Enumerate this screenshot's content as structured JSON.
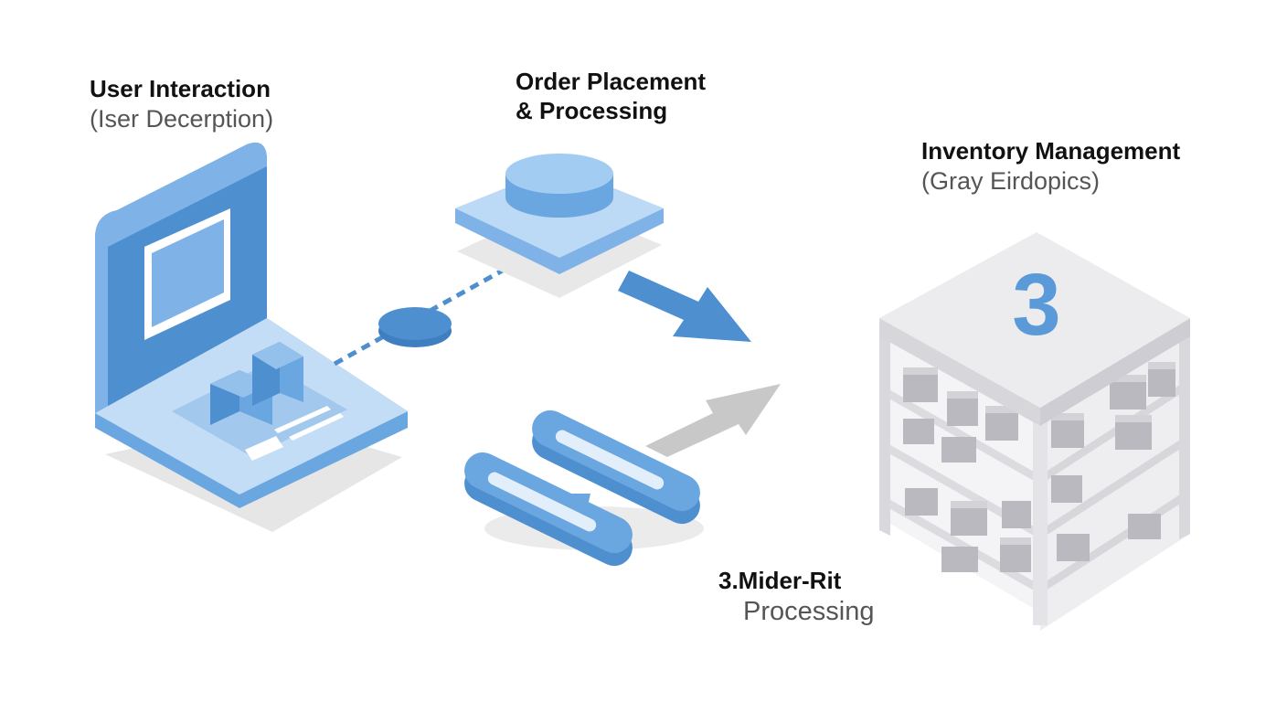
{
  "steps": [
    {
      "title": "User Interaction",
      "subtitle": "(Iser Decerption)"
    },
    {
      "title": "Order Placement",
      "title_line2": "& Processing"
    },
    {
      "title": "Inventory Management",
      "subtitle": "(Gray Eirdopics)"
    },
    {
      "title": "3.Mider-Rit",
      "subtitle": "Processing"
    }
  ],
  "warehouse": {
    "number": "3"
  },
  "colors": {
    "blue_dark": "#4e8fd0",
    "blue_mid": "#6aa6e0",
    "blue_light": "#bcd9f5",
    "gray_arrow": "#c8c8c8",
    "gray_structure": "#e9e9ec"
  },
  "icons": [
    "laptop-icon",
    "button-platform-icon",
    "connector-node-icon",
    "h-shaped-block-icon",
    "warehouse-rack-icon"
  ]
}
